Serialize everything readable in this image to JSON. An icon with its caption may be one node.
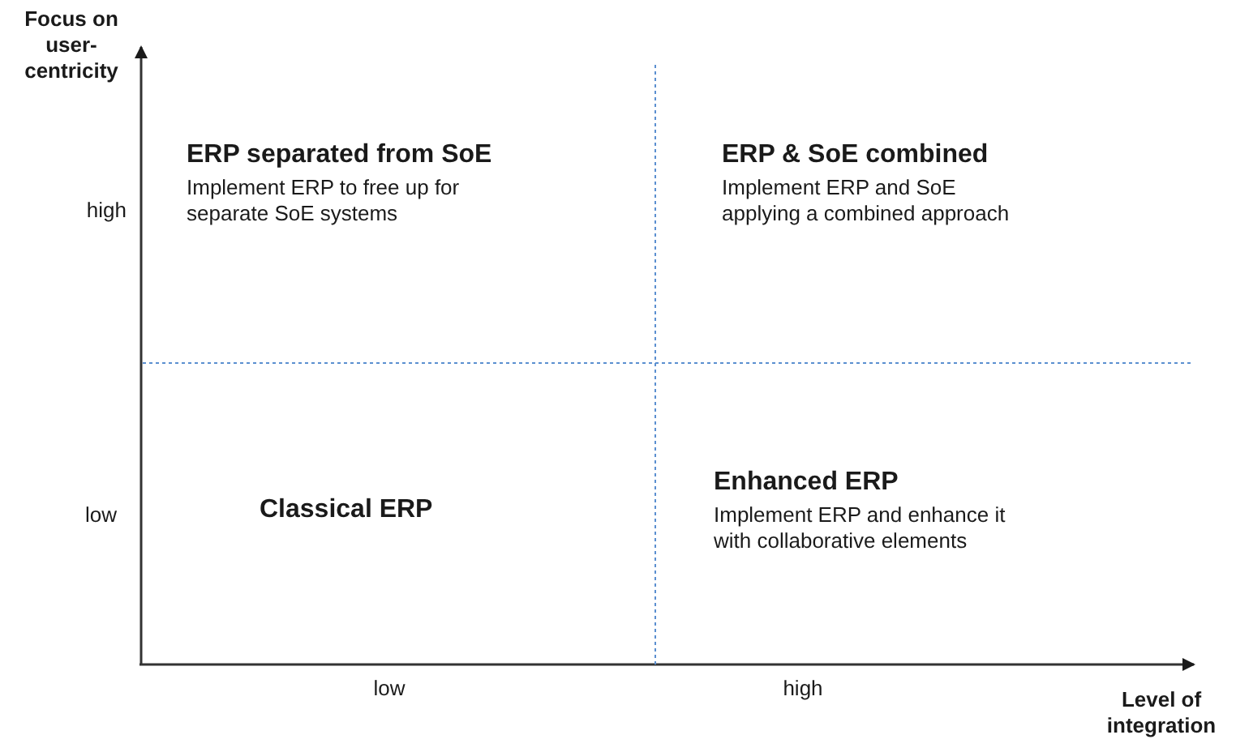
{
  "diagram": {
    "labels": [
      "Focus on user-centricity",
      "ERP separated from SoE",
      "high",
      "Implement ERP to free up for separate SoE systems",
      "ERP & SoE combined",
      "Implement ERP and SoE applying a combined approach",
      "Enhanced ERP",
      "low",
      "Classical ERP",
      "Implement ERP and enhance it with collaborative elements",
      "low",
      "high",
      "Level of integration"
    ]
  }
}
